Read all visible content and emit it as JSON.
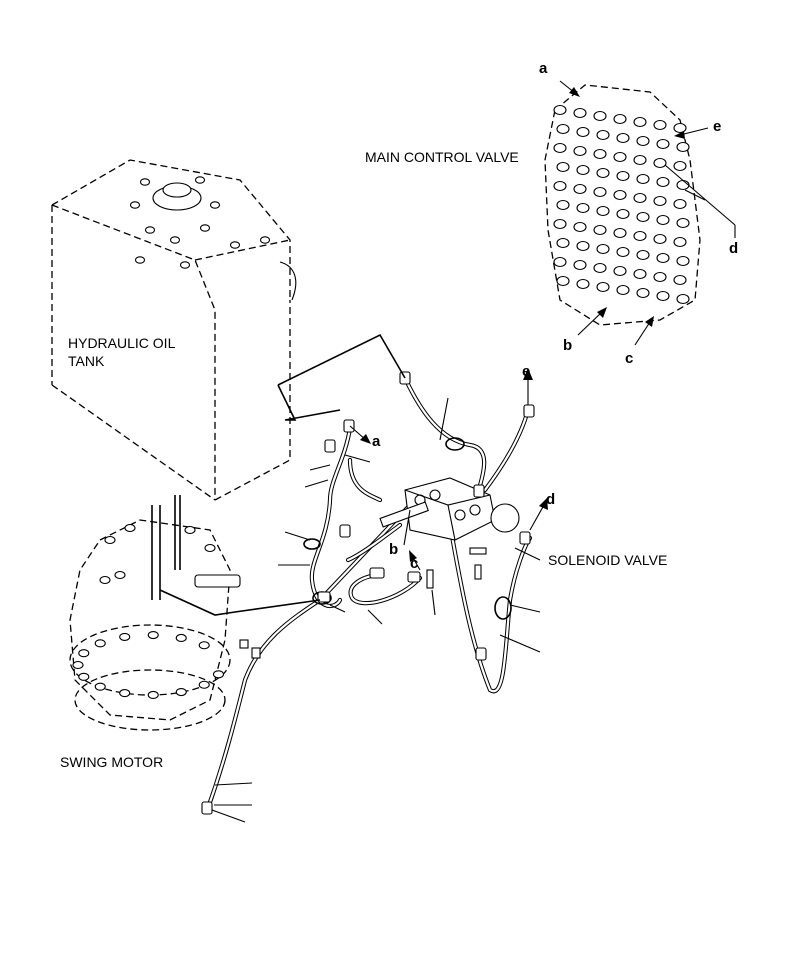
{
  "labels": {
    "main_control_valve": "MAIN CONTROL VALVE",
    "hydraulic_oil_tank_line1": "HYDRAULIC OIL",
    "hydraulic_oil_tank_line2": "TANK",
    "solenoid_valve": "SOLENOID VALVE",
    "swing_motor": "SWING MOTOR"
  },
  "ports": {
    "a": "a",
    "b": "b",
    "c": "c",
    "d": "d",
    "e": "e"
  }
}
